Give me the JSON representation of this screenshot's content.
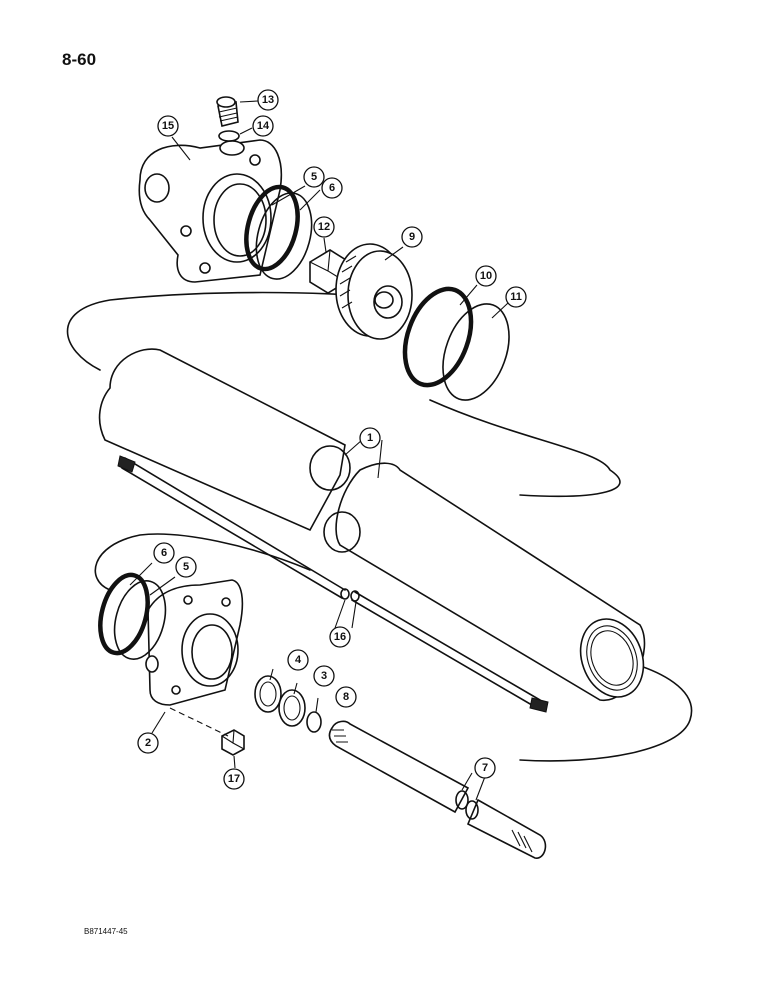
{
  "page_number": "8-60",
  "drawing_code": "B871447-45",
  "callouts": [
    {
      "label": "13"
    },
    {
      "label": "14"
    },
    {
      "label": "15"
    },
    {
      "label": "5"
    },
    {
      "label": "6"
    },
    {
      "label": "12"
    },
    {
      "label": "9"
    },
    {
      "label": "10"
    },
    {
      "label": "11"
    },
    {
      "label": "1"
    },
    {
      "label": "6"
    },
    {
      "label": "5"
    },
    {
      "label": "16"
    },
    {
      "label": "4"
    },
    {
      "label": "3"
    },
    {
      "label": "8"
    },
    {
      "label": "2"
    },
    {
      "label": "17"
    },
    {
      "label": "7"
    }
  ]
}
